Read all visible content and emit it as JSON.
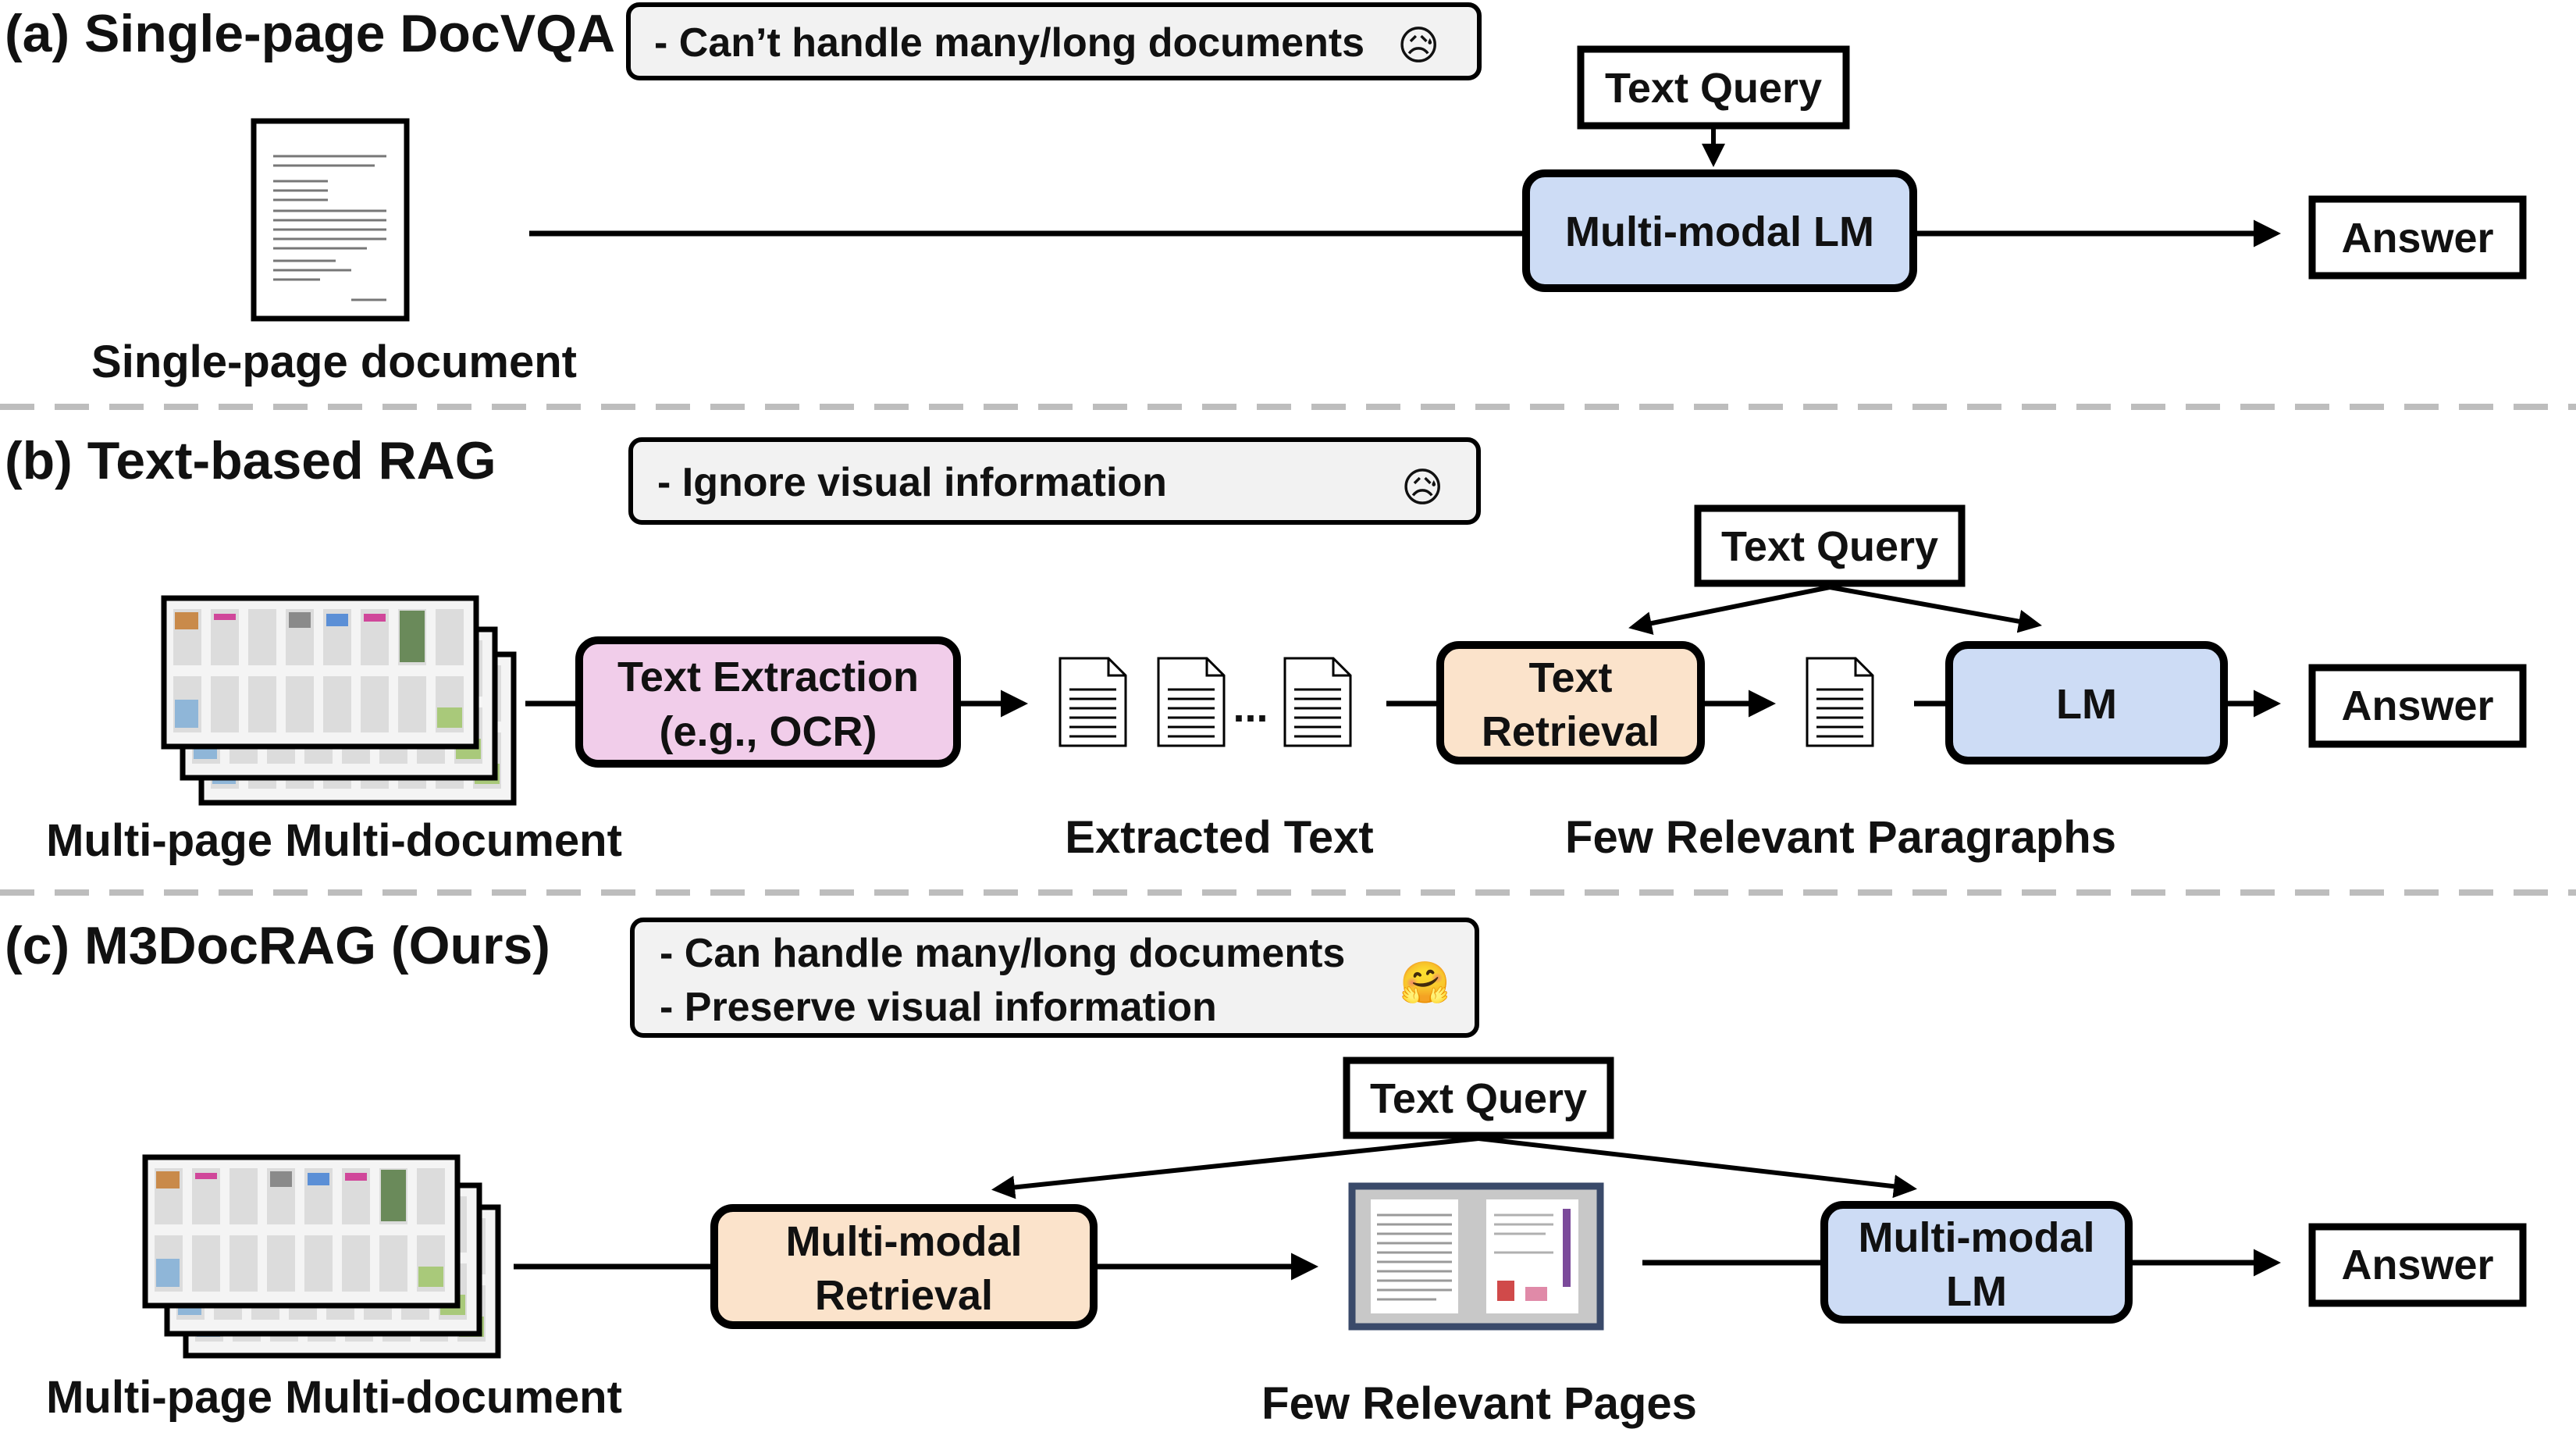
{
  "sections": {
    "a": {
      "title": "(a) Single-page DocVQA",
      "note": "- Can’t handle many/long documents",
      "note_emoji": "😥",
      "doc_label": "Single-page document",
      "query": "Text Query",
      "model": "Multi-modal LM",
      "answer": "Answer"
    },
    "b": {
      "title": "(b) Text-based RAG",
      "note": "- Ignore visual information",
      "note_emoji": "😥",
      "doc_label": "Multi-page Multi-document",
      "extraction_line1": "Text Extraction",
      "extraction_line2": "(e.g., OCR)",
      "ellipsis": "...",
      "extracted_label": "Extracted Text",
      "retrieval_line1": "Text",
      "retrieval_line2": "Retrieval",
      "paragraphs_label": "Few Relevant Paragraphs",
      "query": "Text Query",
      "model": "LM",
      "answer": "Answer"
    },
    "c": {
      "title": "(c) M3DocRAG (Ours)",
      "note_line1": "- Can handle many/long documents",
      "note_line2": "- Preserve visual information",
      "note_emoji": "🤗",
      "doc_label": "Multi-page Multi-document",
      "retrieval_line1": "Multi-modal",
      "retrieval_line2": "Retrieval",
      "pages_label": "Few Relevant Pages",
      "query": "Text Query",
      "model_line1": "Multi-modal",
      "model_line2": "LM",
      "answer": "Answer"
    }
  },
  "colors": {
    "lm_blue": "#cddcf5",
    "extraction_pink": "#f1cdea",
    "retrieval_peach": "#fbe3cb",
    "note_gray": "#f2f2f2",
    "divider": "#bdbdbd",
    "ink": "#000000"
  }
}
